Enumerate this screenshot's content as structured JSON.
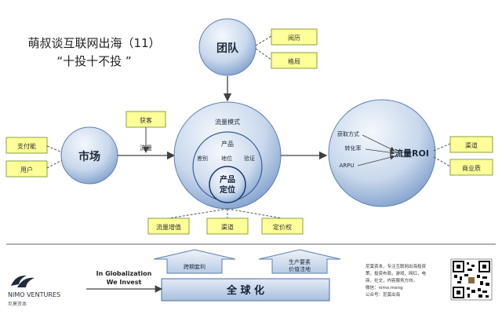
{
  "title": {
    "line1": "萌叔谈互联网出海（11）",
    "line2": "“十投十不投 ”"
  },
  "team": {
    "label": "团队",
    "attributes": [
      "阅历",
      "格局"
    ]
  },
  "market": {
    "label": "市场",
    "attributes": [
      "支付能",
      "用户"
    ]
  },
  "traffic_input": {
    "box": "获客",
    "arrow_label": "流量"
  },
  "core": {
    "outer_label": "流量模式",
    "middle_label": "产品",
    "middle_words": [
      "差别",
      "地位",
      "验证"
    ],
    "inner_line1": "产品",
    "inner_line2": "定位",
    "attributes": [
      "流量增值",
      "渠道",
      "定价权"
    ]
  },
  "roi": {
    "label": "流量ROI",
    "factors": [
      "获取方式",
      "转化率",
      "ARPU"
    ],
    "attributes": [
      "渠道",
      "商业质"
    ]
  },
  "bottom": {
    "up_arrow_left": "跨期套利",
    "up_arrow_right_line1": "生产要素",
    "up_arrow_right_line2": "价值洼地",
    "globalization": "全 球 化",
    "slogan_line1": "In Globalization",
    "slogan_line2": "We Invest",
    "brand": "NIMO VENTURES",
    "brand_cn": "尼莫资本",
    "info_lines": [
      "尼莫资本，专注互联网出海投资",
      "策，投资布局，游戏，网红，电",
      "商，社交，内容服务方向。",
      "微信：nimo.meng",
      "公众号：尼莫出海"
    ]
  },
  "colors": {
    "node_light": "#dbe5f1",
    "node_dark": "#4f81bd",
    "label_box_fill": "#ffff99",
    "label_box_stroke": "#8aa040",
    "arrow": "#404040",
    "text_dark": "#1f2a3a"
  }
}
